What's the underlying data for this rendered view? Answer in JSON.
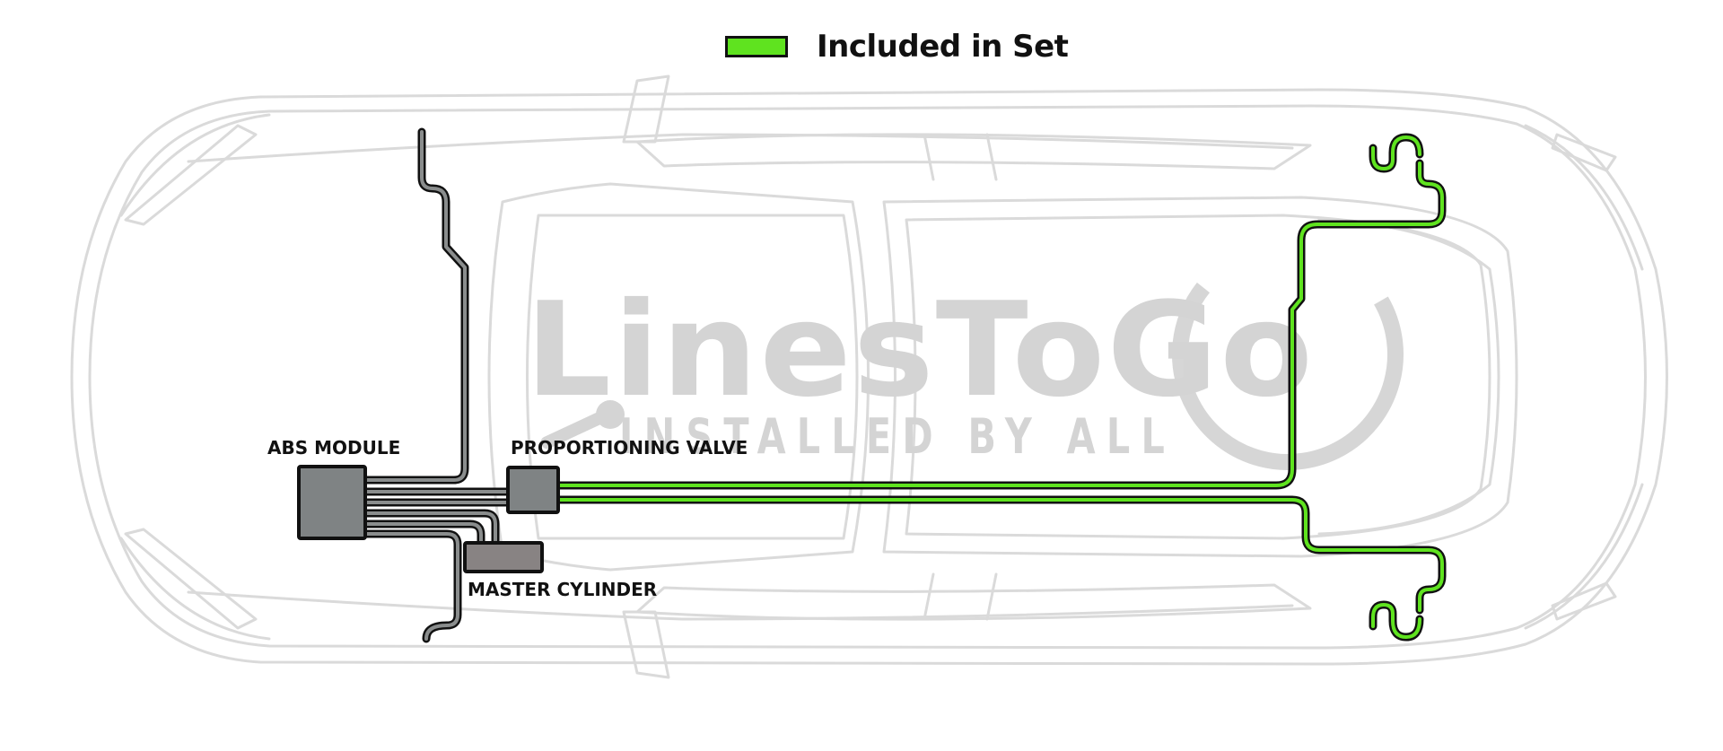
{
  "legend": {
    "label": "Included in Set",
    "swatch_color": "#5fe31f"
  },
  "watermark": {
    "brand": "LinesToGo",
    "tagline": "INSTALLED BY ALL"
  },
  "components": {
    "abs_module": "ABS MODULE",
    "proportioning_valve": "PROPORTIONING VALVE",
    "master_cylinder": "MASTER CYLINDER"
  },
  "colors": {
    "included_line": "#5fe31f",
    "existing_line": "#8a8d8d",
    "component_fill": "#7f8384",
    "master_cylinder_fill": "#888383",
    "car_outline": "#d9d9d9",
    "watermark": "#d4d4d4"
  }
}
